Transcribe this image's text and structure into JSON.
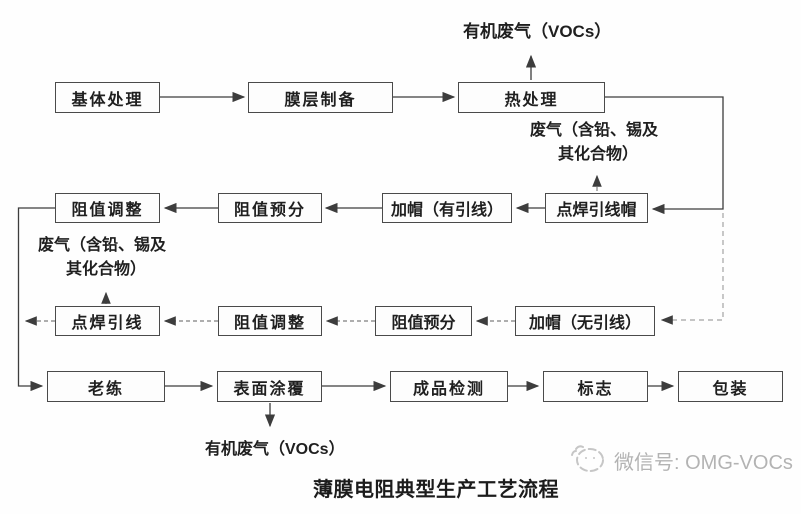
{
  "diagram": {
    "title": "薄膜电阻典型生产工艺流程",
    "type": "process-flowchart"
  },
  "nodes": {
    "substrate_treatment": {
      "label": "基体处理"
    },
    "film_preparation": {
      "label": "膜层制备"
    },
    "heat_treatment": {
      "label": "热处理"
    },
    "resistance_adjust_top": {
      "label": "阻值调整"
    },
    "resistance_presort_top": {
      "label": "阻值预分"
    },
    "capping_with_leads": {
      "label": "加帽（有引线）"
    },
    "spot_weld_lead_cap": {
      "label": "点焊引线帽"
    },
    "spot_weld_leads": {
      "label": "点焊引线"
    },
    "resistance_adjust_mid": {
      "label": "阻值调整"
    },
    "resistance_presort_mid": {
      "label": "阻值预分"
    },
    "capping_without_leads": {
      "label": "加帽（无引线）"
    },
    "aging": {
      "label": "老练"
    },
    "surface_coating": {
      "label": "表面涂覆"
    },
    "final_inspection": {
      "label": "成品检测"
    },
    "marking": {
      "label": "标志"
    },
    "packaging": {
      "label": "包装"
    }
  },
  "annotations": {
    "vocs_top": {
      "label": "有机废气（VOCs）"
    },
    "waste_gas_right": {
      "line1": "废气（含铅、锡及",
      "line2": "其化合物）"
    },
    "waste_gas_left": {
      "line1": "废气（含铅、锡及",
      "line2": "其化合物）"
    },
    "vocs_bottom": {
      "label": "有机废气（VOCs）"
    }
  },
  "watermark": {
    "label": "微信号: OMG-VOCs",
    "color": "#b3b3b3",
    "icon": "omg-logo-icon"
  },
  "colors": {
    "solid_line": "#3d3d3d",
    "dashed_line": "#7f7f7f",
    "dashed_line_light": "#a3a3a3",
    "box_border": "#4a4a4a",
    "text": "#1f1f1f",
    "background": "#ffffff"
  }
}
